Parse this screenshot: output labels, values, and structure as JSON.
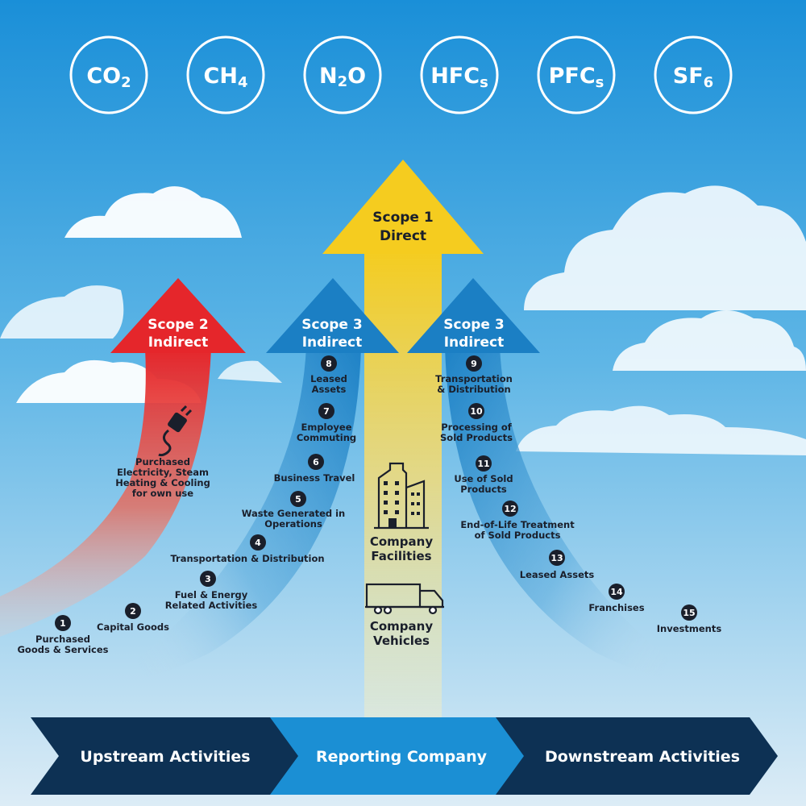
{
  "gases": [
    {
      "base": "CO",
      "sub": "2"
    },
    {
      "base": "CH",
      "sub": "4"
    },
    {
      "base": "N",
      "mid": "2",
      "tail": "O"
    },
    {
      "base": "HFC",
      "sub": "s"
    },
    {
      "base": "PFC",
      "sub": "s"
    },
    {
      "base": "SF",
      "sub": "6"
    }
  ],
  "scopes": {
    "scope1": {
      "line1": "Scope 1",
      "line2": "Direct"
    },
    "scope2": {
      "line1": "Scope 2",
      "line2": "Indirect"
    },
    "scope3_up": {
      "line1": "Scope 3",
      "line2": "Indirect"
    },
    "scope3_down": {
      "line1": "Scope 3",
      "line2": "Indirect"
    }
  },
  "scope2_item": {
    "lines": [
      "Purchased",
      "Electricity, Steam",
      "Heating & Cooling",
      "for own use"
    ]
  },
  "upstream_items": [
    {
      "num": "1",
      "lines": [
        "Purchased",
        "Goods & Services"
      ]
    },
    {
      "num": "2",
      "lines": [
        "Capital Goods"
      ]
    },
    {
      "num": "3",
      "lines": [
        "Fuel & Energy",
        "Related Activities"
      ]
    },
    {
      "num": "4",
      "lines": [
        "Transportation & Distribution"
      ]
    },
    {
      "num": "5",
      "lines": [
        "Waste Generated in",
        "Operations"
      ]
    },
    {
      "num": "6",
      "lines": [
        "Business Travel"
      ]
    },
    {
      "num": "7",
      "lines": [
        "Employee",
        "Commuting"
      ]
    },
    {
      "num": "8",
      "lines": [
        "Leased",
        "Assets"
      ]
    }
  ],
  "downstream_items": [
    {
      "num": "9",
      "lines": [
        "Transportation",
        "& Distribution"
      ]
    },
    {
      "num": "10",
      "lines": [
        "Processing of",
        "Sold Products"
      ]
    },
    {
      "num": "11",
      "lines": [
        "Use of Sold",
        "Products"
      ]
    },
    {
      "num": "12",
      "lines": [
        "End-of-Life Treatment",
        "of Sold Products"
      ]
    },
    {
      "num": "13",
      "lines": [
        "Leased Assets"
      ]
    },
    {
      "num": "14",
      "lines": [
        "Franchises"
      ]
    },
    {
      "num": "15",
      "lines": [
        "Investments"
      ]
    }
  ],
  "company": {
    "facilities": [
      "Company",
      "Facilities"
    ],
    "vehicles": [
      "Company",
      "Vehicles"
    ]
  },
  "banner": {
    "upstream": "Upstream Activities",
    "reporting": "Reporting Company",
    "downstream": "Downstream Activities"
  },
  "icons": {
    "plug": "plug-icon",
    "building": "building-icon",
    "truck": "truck-icon"
  },
  "colors": {
    "sky_top": "#1a8fd8",
    "sky_bottom": "#dcecf6",
    "scope1": "#f5cc1f",
    "scope2": "#e5262b",
    "scope3": "#1b7fc4",
    "banner_dark": "#0d3154",
    "banner_mid": "#1b8fd4"
  }
}
